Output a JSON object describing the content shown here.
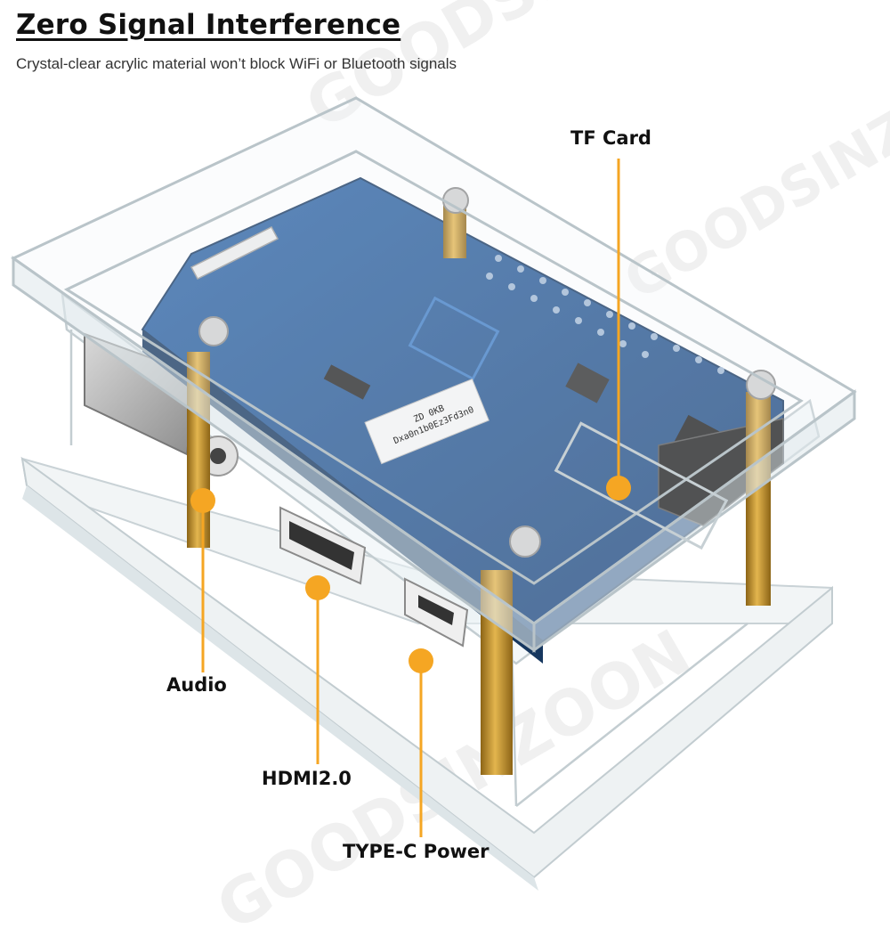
{
  "header": {
    "title": "Zero Signal Interference",
    "subtitle": "Crystal-clear acrylic material won’t block WiFi or Bluetooth signals"
  },
  "callouts": {
    "tf_card": "TF Card",
    "audio": "Audio",
    "hdmi": "HDMI2.0",
    "typec": "TYPE-C Power"
  },
  "board_label": {
    "line1": "ZD 0KB",
    "line2": "Dxa0n1b0Ez3Fd3n0"
  },
  "watermark": {
    "text1": "GOODSINZOON",
    "text2": "GOODSINZOON",
    "text3": "GOODSINZOON"
  },
  "colors": {
    "accent": "#F5A623",
    "pcb": "#1F4E86",
    "standoff": "#C9962F"
  }
}
